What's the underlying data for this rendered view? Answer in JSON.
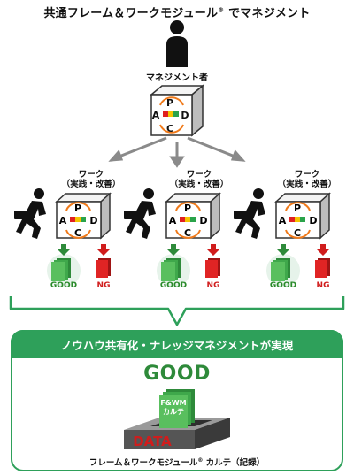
{
  "title": {
    "text": "共通フレーム＆ワークモジュール",
    "reg": "®",
    "suffix": " でマネジメント"
  },
  "manager": {
    "label": "マネジメント者"
  },
  "pdca": {
    "p": "P",
    "d": "D",
    "c": "C",
    "a": "A"
  },
  "work": {
    "label_line1": "ワーク",
    "label_line2": "（実践・改善）",
    "good": "GOOD",
    "ng": "NG"
  },
  "result": {
    "banner": "ノウハウ共有化・ナレッジマネジメントが実現",
    "good": "GOOD",
    "card_line1": "F&WM",
    "card_line2": "カルテ",
    "data": "DATA",
    "caption_main": "フレーム＆ワークモジュール",
    "caption_reg": "®",
    "caption_suffix": " カルテ（記録）"
  },
  "colors": {
    "accent_green": "#2ea05a",
    "good_green": "#2e8a3a",
    "ng_red": "#d01c1c",
    "arrow_orange": "#f07a1a",
    "gray_arrow": "#8a8a8a"
  }
}
